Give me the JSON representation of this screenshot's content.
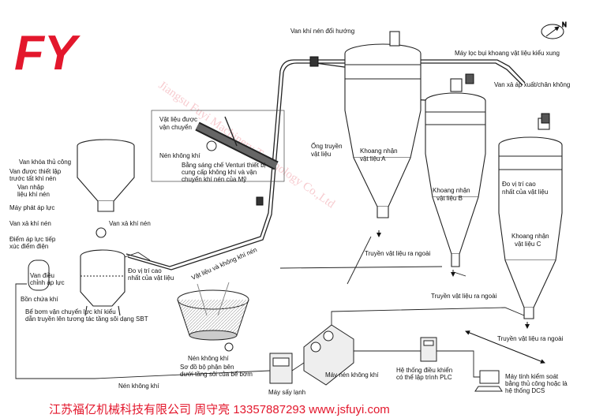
{
  "brand": {
    "logo": "FY",
    "logo_color": "#e3172c"
  },
  "watermark": "Jiangsu Fuyi Machinery Technology Co.,Ltd",
  "footer": "江苏福亿机械科技有限公司 周守亮 13357887293 www.jsfuyi.com",
  "labels": {
    "van_doi_huong": "Van khí nén đổi hướng",
    "may_loc_bui": "Máy lọc bụi khoang vật liệu kiểu xung",
    "van_xa_ap": "Van xả áp xuất/chân không",
    "ong_truyen_1": "Ống truyền",
    "ong_truyen_2": "vật liệu",
    "khoang_a_1": "Khoang nhận",
    "khoang_a_2": "vật liệu A",
    "khoang_b_1": "Khoang nhận",
    "khoang_b_2": "vật liệu B",
    "khoang_c_1": "Khoang nhận",
    "khoang_c_2": "vật liệu C",
    "do_vi_tri_cao_c_1": "Đo vị trí cao",
    "do_vi_tri_cao_c_2": "nhất của vật liệu",
    "truyen_ra_a": "Truyền vật liệu ra ngoài",
    "truyen_ra_b": "Truyền vật liệu ra ngoài",
    "truyen_ra_c": "Truyền vật liệu ra ngoài",
    "venturi_title_1": "Vật liệu được",
    "venturi_title_2": "vận chuyển",
    "venturi_nen": "Nén không khí",
    "venturi_desc_1": "Bằng sáng chế Venturi thiết bị",
    "venturi_desc_2": "cung cấp không khí và vận",
    "venturi_desc_3": "chuyển khí nén của Mỹ",
    "van_khoa": "Van khóa thủ công",
    "van_duoc_thiet_lap_1": "Van được thiết lập",
    "van_duoc_thiet_lap_2": "trước tất khí nén",
    "van_nhap_1": "Van nhập",
    "van_nhap_2": "liệu khí nén",
    "may_phat_ap": "Máy phát áp lực",
    "van_xa_khi_nen_left": "Van xả khí nén",
    "van_xa_khi_nen": "Van xả khí nén",
    "diem_ap_1": "Điểm áp lực tiếp",
    "diem_ap_2": "xúc điểm điện",
    "van_dieu_1": "Van điều",
    "van_dieu_2": "chỉnh áp lực",
    "bon_chua_khi": "Bồn chứa khí",
    "be_bom_1": "Bể bơm vận chuyển lực khí kiểu",
    "be_bom_2": "dẫn truyền lên tương tác tầng sôi dạng SBT",
    "do_vi_tri_cao_1": "Đo vị trí cao",
    "do_vi_tri_cao_2": "nhất của vật liệu",
    "vat_lieu_khi_nen": "Vật liệu và không khí nén",
    "nen_khong_khi_detail": "Nén không khí",
    "so_do_1": "Sơ đồ bộ phận bên",
    "so_do_2": "dưới tầng sôi của bể bơm",
    "nen_khong_khi_bottom": "Nén không khí",
    "may_say": "Máy sấy lạnh",
    "may_nen": "Máy nén không khí",
    "plc_1": "Hệ thống điều khiển",
    "plc_2": "có thể lập trình PLC",
    "dcs_1": "Máy tính kiểm soát",
    "dcs_2": "bằng thủ công hoặc là",
    "dcs_3": "hệ thống DCS"
  },
  "icons": [
    "compass-icon",
    "arrow-icon",
    "computer-icon",
    "plc-cabinet-icon"
  ]
}
